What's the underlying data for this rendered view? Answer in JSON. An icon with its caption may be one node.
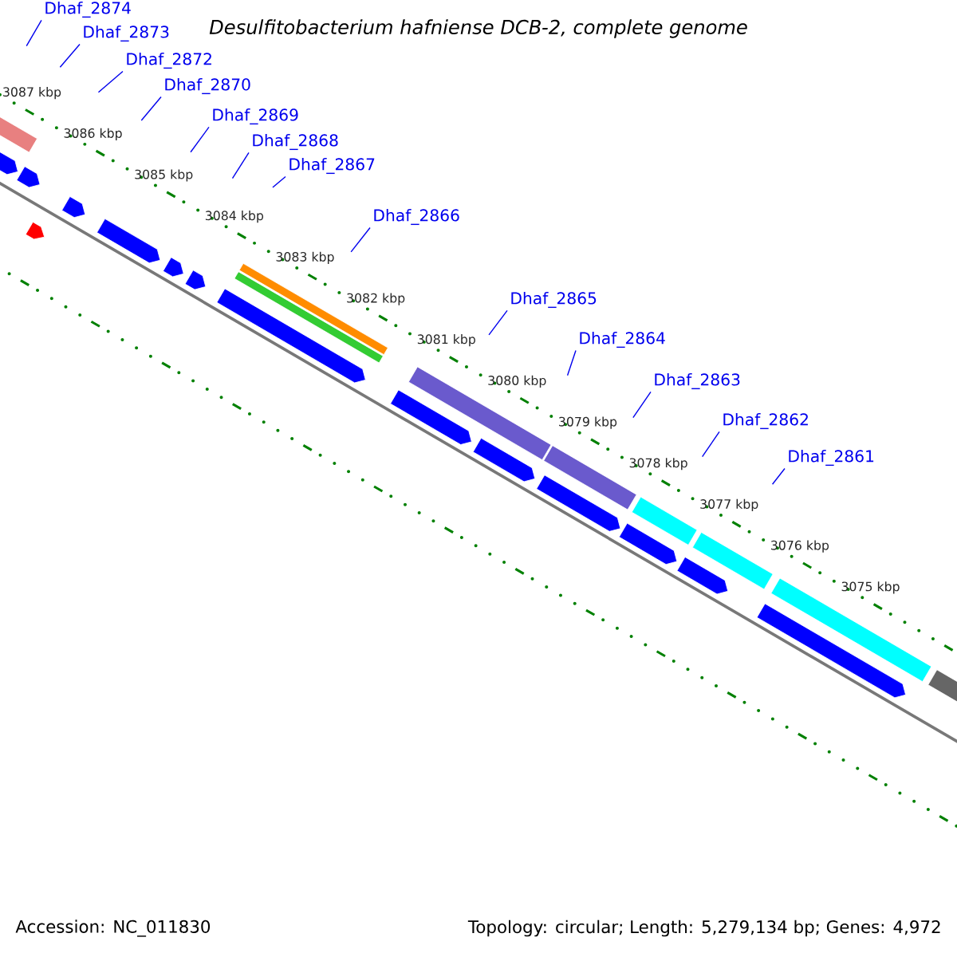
{
  "diagram": {
    "title": "Desulfitobacterium hafniense DCB-2, complete genome",
    "nodes": [
      {
        "text": [
          "Dhaf_2874"
        ]
      },
      {
        "text": [
          "Dhaf_2873"
        ]
      },
      {
        "text": [
          "Dhaf_2872"
        ]
      },
      {
        "text": [
          "Dhaf_2870"
        ]
      },
      {
        "text": [
          "Dhaf_2869"
        ]
      },
      {
        "text": [
          "Dhaf_2868"
        ]
      },
      {
        "text": [
          "Dhaf_2867"
        ]
      },
      {
        "text": [
          "Dhaf_2866"
        ]
      },
      {
        "text": [
          "Dhaf_2865"
        ]
      },
      {
        "text": [
          "Dhaf_2864"
        ]
      },
      {
        "text": [
          "Dhaf_2863"
        ]
      },
      {
        "text": [
          "Dhaf_2862"
        ]
      },
      {
        "text": [
          "Dhaf_2861"
        ]
      }
    ],
    "edges": [
      {
        "from": 0,
        "to": null,
        "arrow": "none"
      },
      {
        "from": 1,
        "to": null,
        "arrow": "none"
      },
      {
        "from": 2,
        "to": null,
        "arrow": "none"
      },
      {
        "from": 3,
        "to": null,
        "arrow": "none"
      },
      {
        "from": 4,
        "to": null,
        "arrow": "none"
      },
      {
        "from": 5,
        "to": null,
        "arrow": "none"
      },
      {
        "from": 6,
        "to": null,
        "arrow": "none"
      },
      {
        "from": 7,
        "to": null,
        "arrow": "none"
      },
      {
        "from": 8,
        "to": null,
        "arrow": "none"
      },
      {
        "from": 9,
        "to": null,
        "arrow": "none"
      },
      {
        "from": 10,
        "to": null,
        "arrow": "none"
      },
      {
        "from": 11,
        "to": null,
        "arrow": "none"
      },
      {
        "from": 12,
        "to": null,
        "arrow": "none"
      }
    ],
    "labels": [
      "3087 kbp",
      "3086 kbp",
      "3085 kbp",
      "3084 kbp",
      "3083 kbp",
      "3082 kbp",
      "3081 kbp",
      "3080 kbp",
      "3079 kbp",
      "3078 kbp",
      "3077 kbp",
      "3076 kbp",
      "3075 kbp",
      "Accession: NC_011830",
      "Topology: circular; Length: 5,279,134 bp; Genes: 4,972"
    ]
  }
}
